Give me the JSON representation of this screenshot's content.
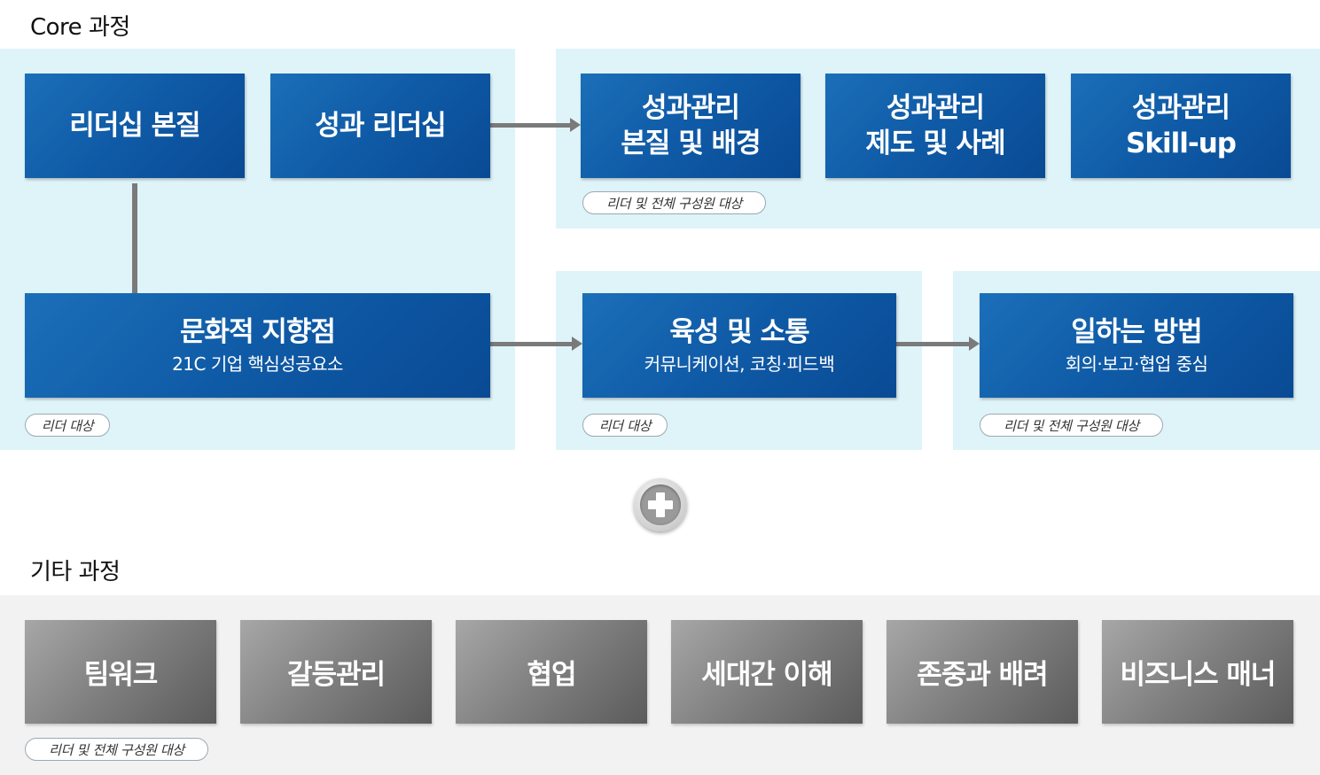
{
  "core": {
    "title": "Core 과정",
    "leadership_essence": "리더십 본질",
    "performance_leadership": "성과 리더십",
    "pm_essence_line1": "성과관리",
    "pm_essence_line2": "본질 및 배경",
    "pm_system_line1": "성과관리",
    "pm_system_line2": "제도 및 사례",
    "pm_skill_line1": "성과관리",
    "pm_skill_line2": "Skill-up",
    "pm_tag": "리더 및 전체 구성원 대상",
    "culture_title": "문화적 지향점",
    "culture_sub": "21C 기업 핵심성공요소",
    "culture_tag": "리더 대상",
    "growth_title": "육성 및 소통",
    "growth_sub": "커뮤니케이션, 코칭·피드백",
    "growth_tag": "리더 대상",
    "work_title": "일하는 방법",
    "work_sub": "회의·보고·협업 중심",
    "work_tag": "리더 및 전체 구성원 대상"
  },
  "other": {
    "title": "기타 과정",
    "items": [
      "팀워크",
      "갈등관리",
      "협업",
      "세대간 이해",
      "존중과 배려",
      "비즈니스 매너"
    ],
    "tag": "리더 및 전체 구성원 대상"
  },
  "colors": {
    "panel": "#dff4f9",
    "blue_box": "#0f5aa6",
    "gray_box": "#7f7f7f",
    "connector": "#7a7a7a"
  },
  "icons": {
    "plus": "plus-circle-icon"
  }
}
